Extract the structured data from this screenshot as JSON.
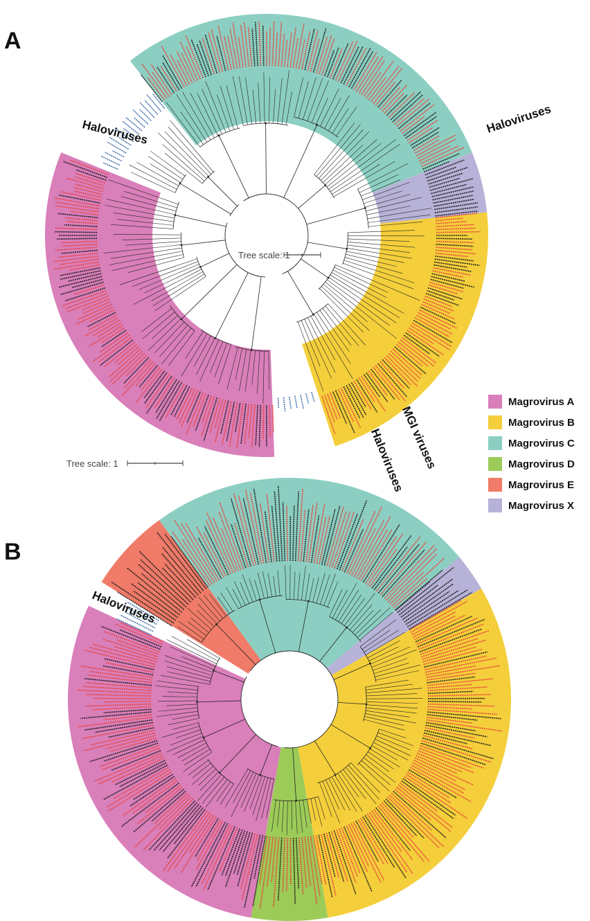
{
  "panels": {
    "a": {
      "letter": "A",
      "tree_scale": "Tree scale: 1",
      "labels": {
        "haloviruses_left": "Haloviruses",
        "haloviruses_right": "Haloviruses",
        "mgi": "MGI viruses",
        "haloviruses_bottom": "Haloviruses"
      }
    },
    "b": {
      "letter": "B",
      "tree_scale": "Tree scale: 1",
      "labels": {
        "haloviruses": "Haloviruses"
      }
    }
  },
  "legend": [
    {
      "label": "Magrovirus A",
      "color": "#d97fba"
    },
    {
      "label": "Magrovirus B",
      "color": "#f4cf3b"
    },
    {
      "label": "Magrovirus C",
      "color": "#8ccfc2"
    },
    {
      "label": "Magrovirus D",
      "color": "#9ccb58"
    },
    {
      "label": "Magrovirus E",
      "color": "#ef7b68"
    },
    {
      "label": "Magrovirus X",
      "color": "#b7b2d7"
    }
  ],
  "colors": {
    "marine_leaf": "#e8423a",
    "reference_leaf": "#1a1a1a",
    "halovirus_leaf": "#3f6ea8",
    "branch": "#222222"
  }
}
